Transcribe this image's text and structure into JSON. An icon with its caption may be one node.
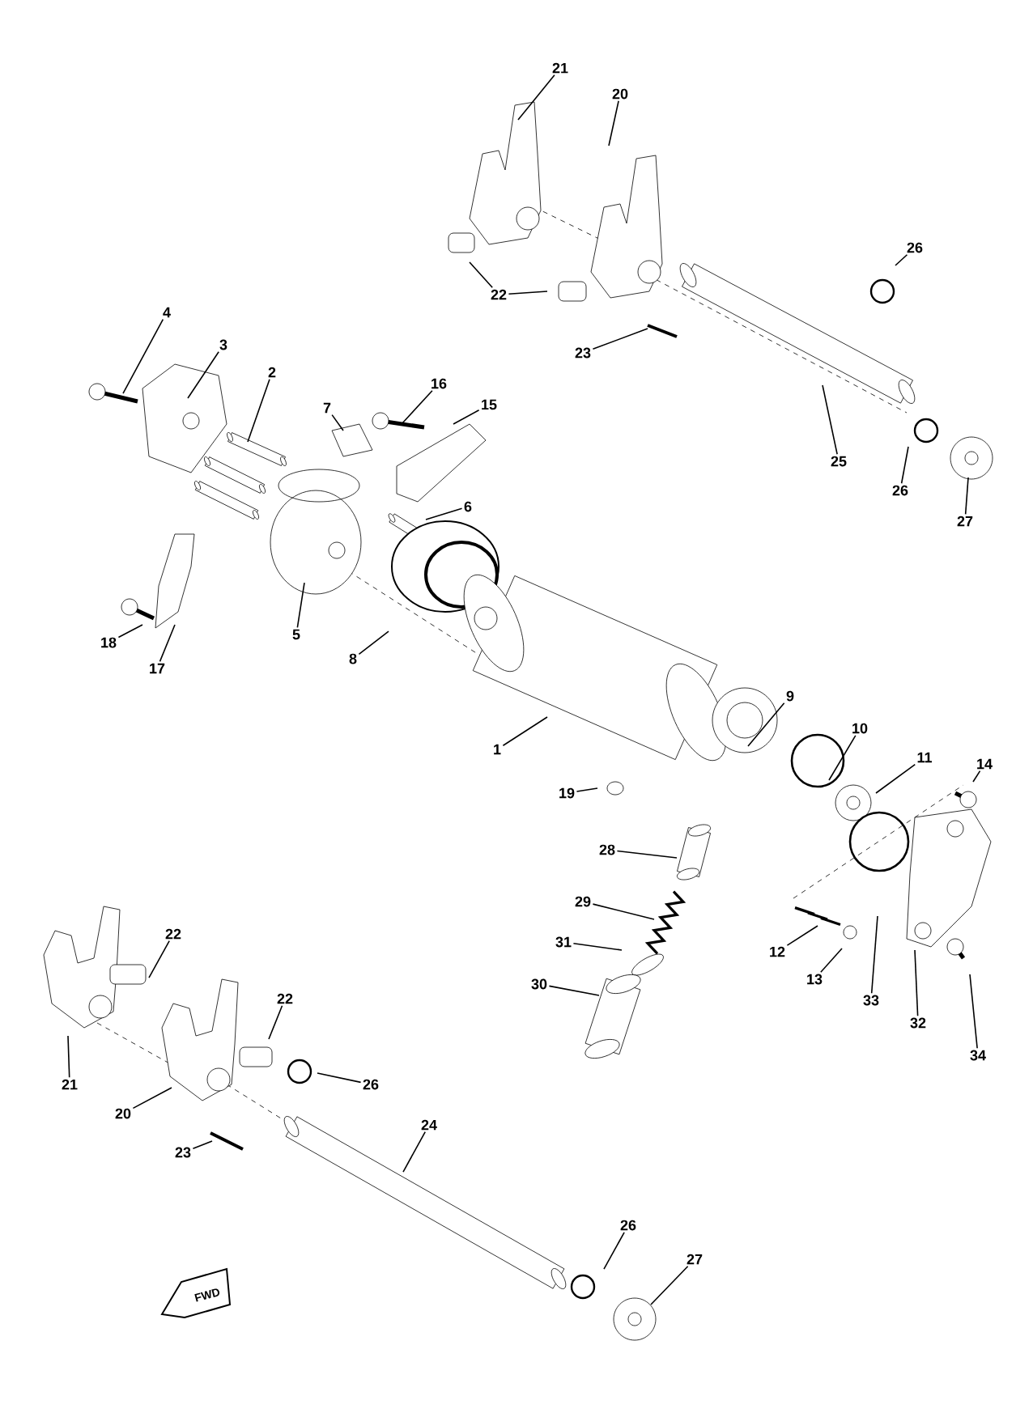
{
  "diagram": {
    "nodes": [
      {
        "text": [
          "21"
        ]
      },
      {
        "text": [
          "20"
        ]
      },
      {
        "text": [
          "26"
        ]
      },
      {
        "text": [
          "22"
        ]
      },
      {
        "text": [
          "23"
        ]
      },
      {
        "text": [
          "25"
        ]
      },
      {
        "text": [
          "26"
        ]
      },
      {
        "text": [
          "27"
        ]
      },
      {
        "text": [
          "4"
        ]
      },
      {
        "text": [
          "3"
        ]
      },
      {
        "text": [
          "2"
        ]
      },
      {
        "text": [
          "7"
        ]
      },
      {
        "text": [
          "16"
        ]
      },
      {
        "text": [
          "15"
        ]
      },
      {
        "text": [
          "6"
        ]
      },
      {
        "text": [
          "5"
        ]
      },
      {
        "text": [
          "8"
        ]
      },
      {
        "text": [
          "18"
        ]
      },
      {
        "text": [
          "17"
        ]
      },
      {
        "text": [
          "1"
        ]
      },
      {
        "text": [
          "9"
        ]
      },
      {
        "text": [
          "10"
        ]
      },
      {
        "text": [
          "11"
        ]
      },
      {
        "text": [
          "14"
        ]
      },
      {
        "text": [
          "19"
        ]
      },
      {
        "text": [
          "28"
        ]
      },
      {
        "text": [
          "29"
        ]
      },
      {
        "text": [
          "31"
        ]
      },
      {
        "text": [
          "30"
        ]
      },
      {
        "text": [
          "12"
        ]
      },
      {
        "text": [
          "13"
        ]
      },
      {
        "text": [
          "33"
        ]
      },
      {
        "text": [
          "32"
        ]
      },
      {
        "text": [
          "34"
        ]
      },
      {
        "text": [
          "22"
        ]
      },
      {
        "text": [
          "21"
        ]
      },
      {
        "text": [
          "22"
        ]
      },
      {
        "text": [
          "20"
        ]
      },
      {
        "text": [
          "26"
        ]
      },
      {
        "text": [
          "23"
        ]
      },
      {
        "text": [
          "24"
        ]
      },
      {
        "text": [
          "26"
        ]
      },
      {
        "text": [
          "27"
        ]
      }
    ],
    "edges": [
      {
        "from": 0,
        "to": null,
        "arrow": "none"
      },
      {
        "from": 1,
        "to": null,
        "arrow": "none"
      },
      {
        "from": 2,
        "to": null,
        "arrow": "none"
      },
      {
        "from": 3,
        "to": null,
        "arrow": "none"
      },
      {
        "from": 3,
        "to": null,
        "arrow": "none"
      },
      {
        "from": 4,
        "to": null,
        "arrow": "none"
      },
      {
        "from": 5,
        "to": null,
        "arrow": "none"
      },
      {
        "from": 6,
        "to": null,
        "arrow": "none"
      },
      {
        "from": 7,
        "to": null,
        "arrow": "none"
      },
      {
        "from": 8,
        "to": null,
        "arrow": "none"
      },
      {
        "from": 9,
        "to": null,
        "arrow": "none"
      },
      {
        "from": 10,
        "to": null,
        "arrow": "none"
      },
      {
        "from": 11,
        "to": null,
        "arrow": "none"
      },
      {
        "from": 12,
        "to": null,
        "arrow": "none"
      },
      {
        "from": 13,
        "to": null,
        "arrow": "none"
      },
      {
        "from": 14,
        "to": null,
        "arrow": "none"
      },
      {
        "from": 15,
        "to": null,
        "arrow": "none"
      },
      {
        "from": 16,
        "to": null,
        "arrow": "none"
      },
      {
        "from": 17,
        "to": null,
        "arrow": "none"
      },
      {
        "from": 18,
        "to": null,
        "arrow": "none"
      },
      {
        "from": 19,
        "to": null,
        "arrow": "none"
      },
      {
        "from": 20,
        "to": null,
        "arrow": "none"
      },
      {
        "from": 21,
        "to": null,
        "arrow": "none"
      },
      {
        "from": 22,
        "to": null,
        "arrow": "none"
      },
      {
        "from": 23,
        "to": null,
        "arrow": "none"
      },
      {
        "from": 24,
        "to": null,
        "arrow": "none"
      },
      {
        "from": 25,
        "to": null,
        "arrow": "none"
      },
      {
        "from": 26,
        "to": null,
        "arrow": "none"
      },
      {
        "from": 27,
        "to": null,
        "arrow": "none"
      },
      {
        "from": 28,
        "to": null,
        "arrow": "none"
      },
      {
        "from": 29,
        "to": null,
        "arrow": "none"
      },
      {
        "from": 30,
        "to": null,
        "arrow": "none"
      },
      {
        "from": 31,
        "to": null,
        "arrow": "none"
      },
      {
        "from": 32,
        "to": null,
        "arrow": "none"
      },
      {
        "from": 33,
        "to": null,
        "arrow": "none"
      },
      {
        "from": 34,
        "to": null,
        "arrow": "none"
      },
      {
        "from": 35,
        "to": null,
        "arrow": "none"
      },
      {
        "from": 36,
        "to": null,
        "arrow": "none"
      },
      {
        "from": 37,
        "to": null,
        "arrow": "none"
      },
      {
        "from": 38,
        "to": null,
        "arrow": "none"
      },
      {
        "from": 39,
        "to": null,
        "arrow": "none"
      },
      {
        "from": 40,
        "to": null,
        "arrow": "none"
      },
      {
        "from": 41,
        "to": null,
        "arrow": "none"
      },
      {
        "from": 42,
        "to": null,
        "arrow": "none"
      }
    ],
    "labels": [
      "FWD"
    ]
  }
}
